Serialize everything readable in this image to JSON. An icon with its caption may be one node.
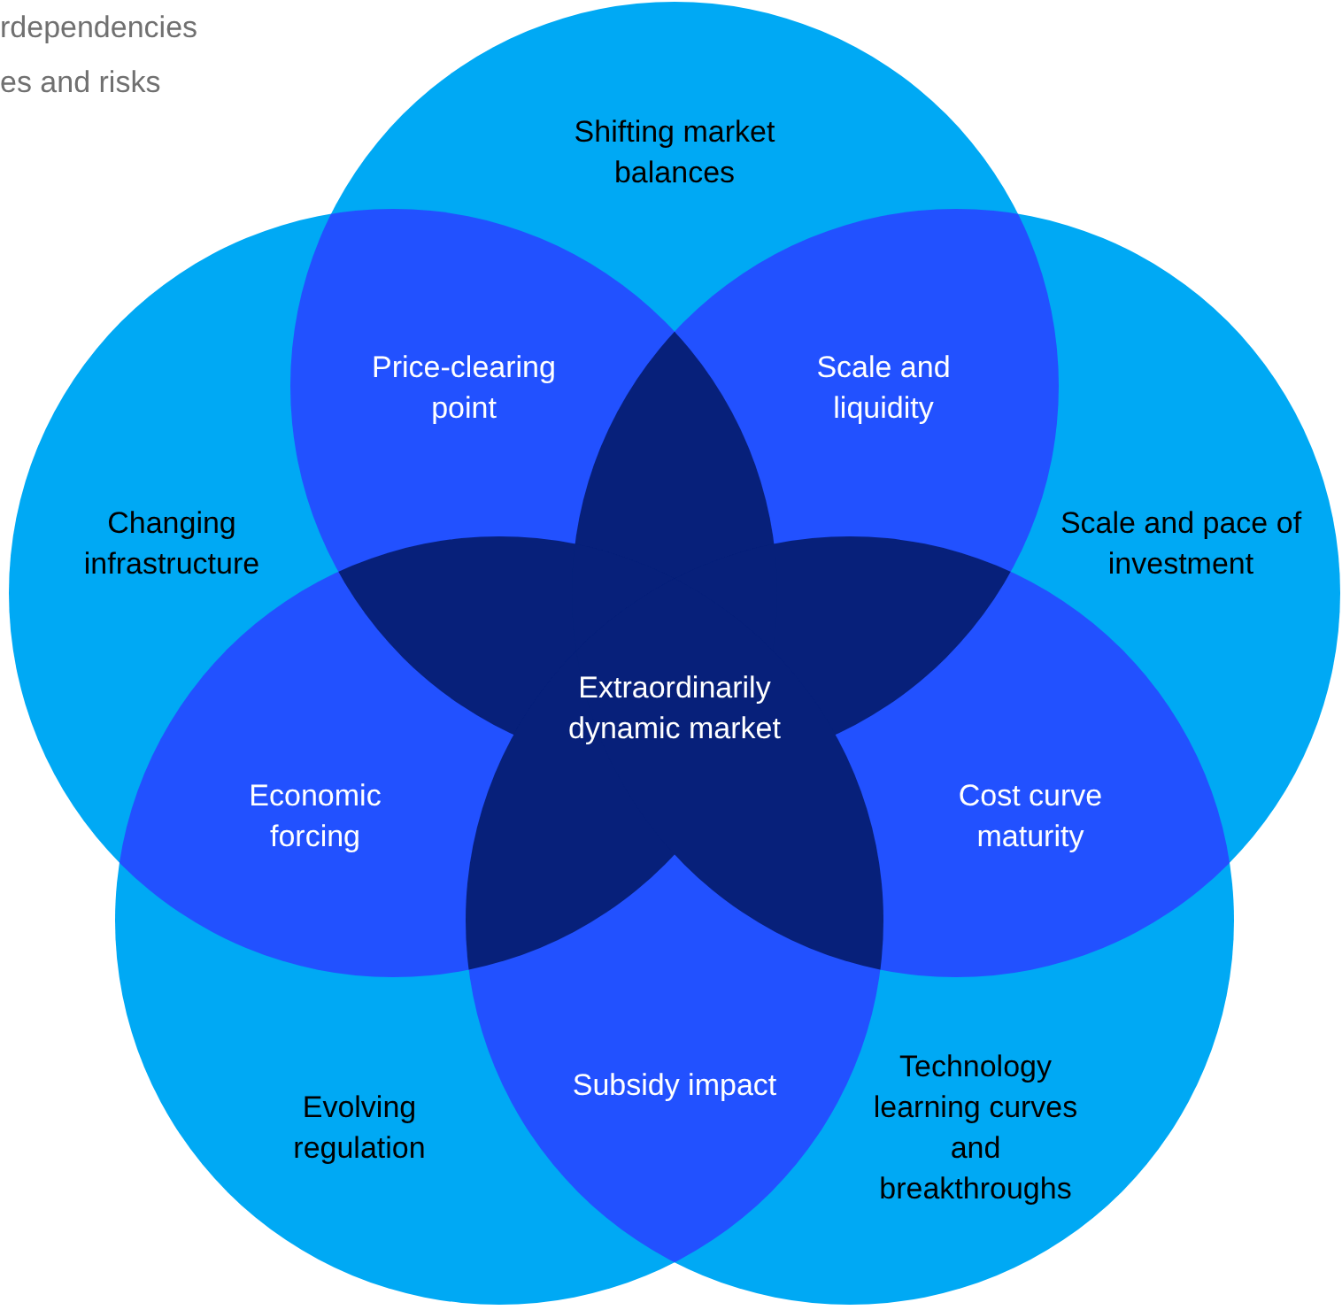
{
  "diagram": {
    "nodes": [
      {
        "text": [
          "Shifting market balances"
        ]
      },
      {
        "text": [
          "Changing infrastructure"
        ]
      },
      {
        "text": [
          "Scale and pace of investment"
        ]
      },
      {
        "text": [
          "Evolving regulation"
        ]
      },
      {
        "text": [
          "Technology learning curves and breakthroughs"
        ]
      },
      {
        "text": [
          "Price-clearing point"
        ]
      },
      {
        "text": [
          "Scale and liquidity"
        ]
      },
      {
        "text": [
          "Economic forcing"
        ]
      },
      {
        "text": [
          "Cost curve maturity"
        ]
      },
      {
        "text": [
          "Subsidy impact"
        ]
      },
      {
        "text": [
          "Extraordinarily dynamic market"
        ]
      }
    ],
    "edges": [],
    "labels": [
      "rdependencies",
      "es and risks"
    ]
  }
}
